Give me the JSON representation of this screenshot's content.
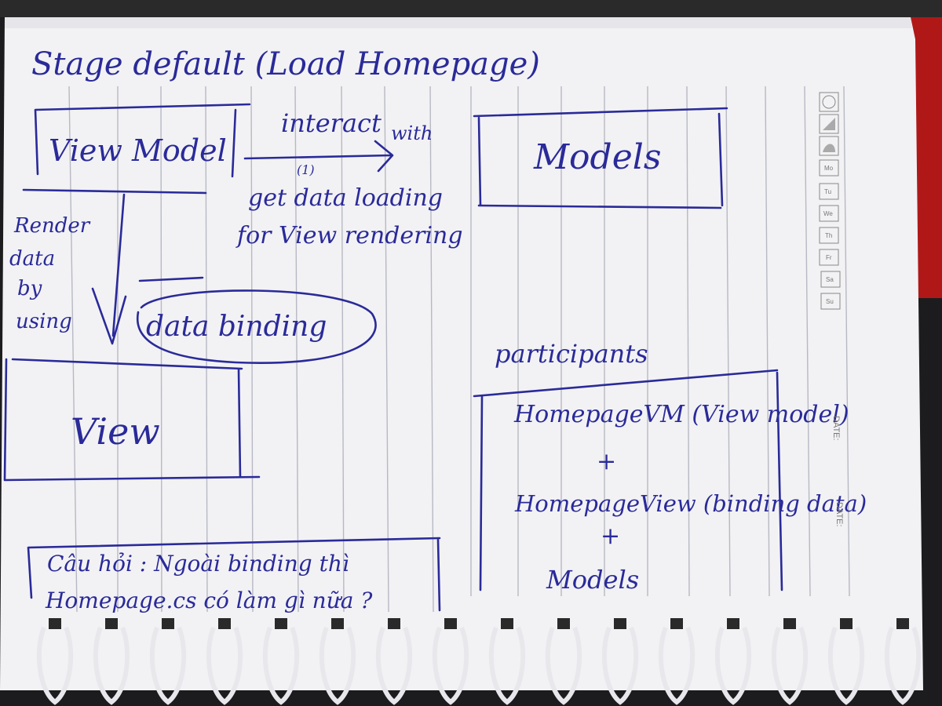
{
  "notebook": {
    "title": "Stage default (Load Homepage)",
    "boxes": {
      "view_model": "View Model",
      "models": "Models",
      "view": "View",
      "data_binding": "data binding"
    },
    "arrow_labels": {
      "interact": "interact",
      "with": "with",
      "step": "(1)",
      "get_data_1": "get data loading",
      "get_data_2": "for View rendering"
    },
    "render_note": [
      "Render",
      "data",
      "by",
      "using"
    ],
    "participants": {
      "heading": "participants",
      "items": [
        "HomepageVM (View model)",
        "+",
        "HomepageView (binding data)",
        "+",
        "Models"
      ]
    },
    "question": {
      "line1": "Câu hỏi : Ngoài binding thì",
      "line2": "Homepage.cs có làm gì nữa ?"
    },
    "sidebar": {
      "days": [
        "Mo",
        "Tu",
        "We",
        "Th",
        "Fr",
        "Sa",
        "Su"
      ],
      "date_label_1": "DATE:",
      "date_label_2": "DATE:"
    },
    "colors": {
      "ink": "#2a2a9a",
      "paper": "#f4f4f6",
      "rule": "#b8b8c4",
      "background": "#1c1c1e"
    }
  }
}
